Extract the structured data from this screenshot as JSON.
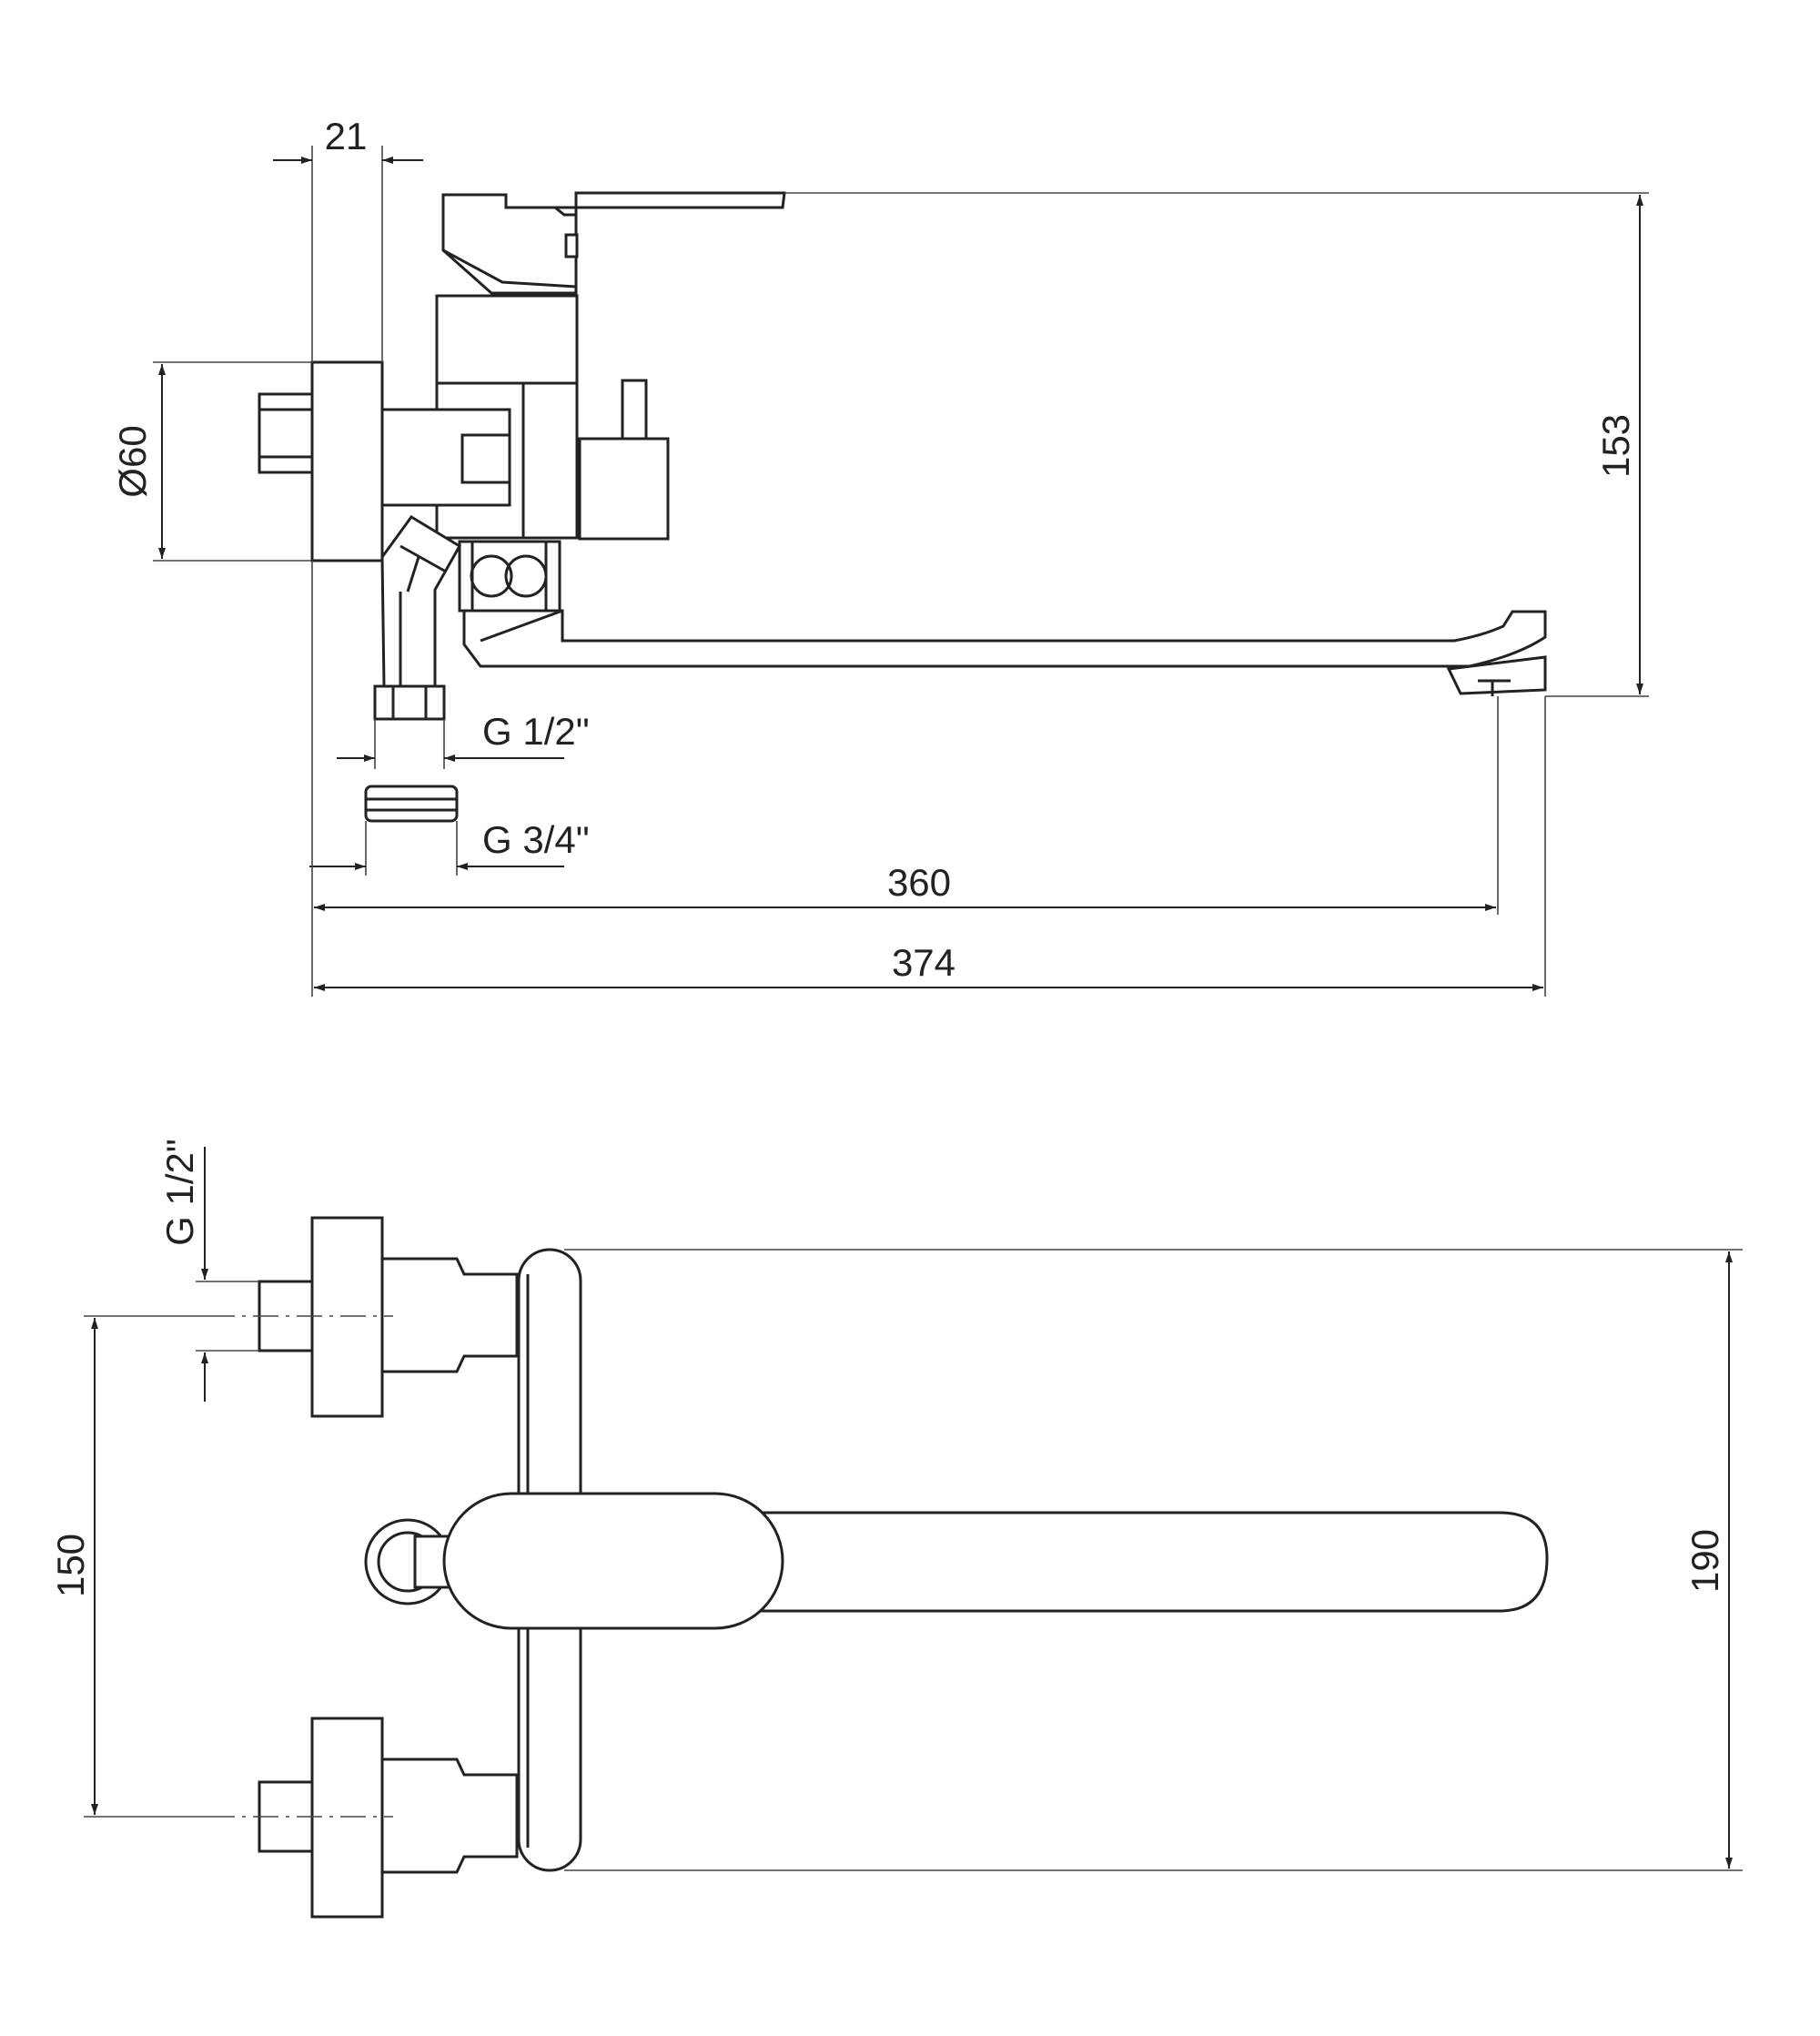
{
  "side_view": {
    "dim_flange_depth": "21",
    "dim_flange_diameter": "Ø60",
    "dim_height": "153",
    "dim_inlet_thread": "G 1/2\"",
    "dim_connector_thread": "G 3/4\"",
    "dim_spout_reach": "360",
    "dim_total_length": "374"
  },
  "top_view": {
    "dim_inlet_thread": "G 1/2\"",
    "dim_inlet_spacing": "150",
    "dim_depth": "190"
  }
}
